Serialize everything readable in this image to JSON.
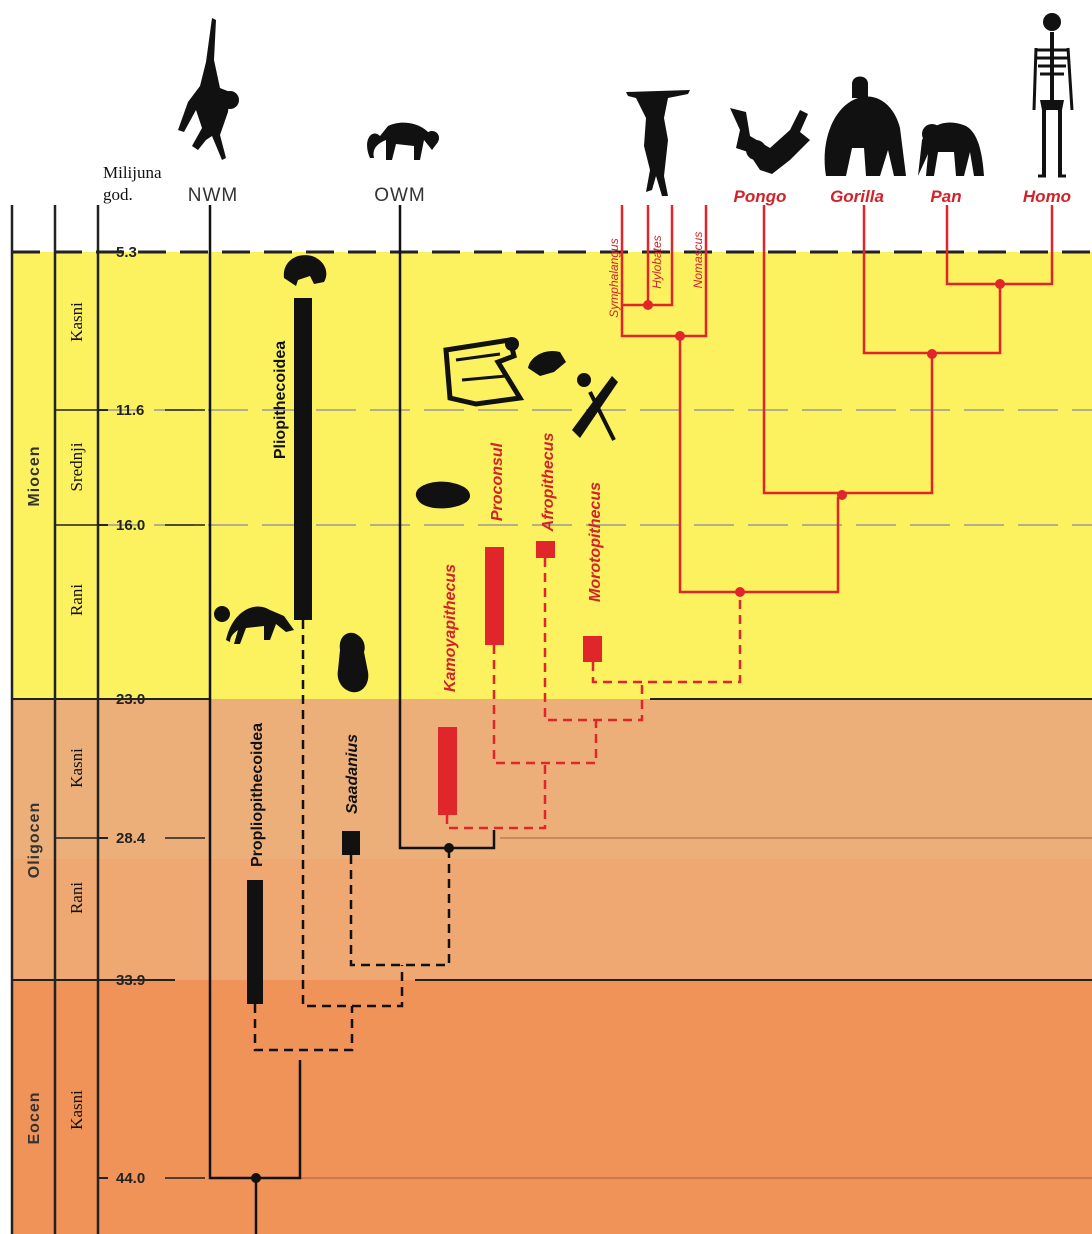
{
  "header": {
    "unit_label_line1": "Milijuna",
    "unit_label_line2": "god."
  },
  "epochs": [
    "Miocen",
    "Oligocen",
    "Eocen"
  ],
  "subepochs": [
    "Kasni",
    "Srednji",
    "Rani",
    "Kasni",
    "Rani",
    "Kasni"
  ],
  "ages": [
    "5.3",
    "11.6",
    "16.0",
    "23.0",
    "28.4",
    "33.9",
    "44.0"
  ],
  "clades": {
    "nwm": "NWM",
    "owm": "OWM"
  },
  "genera": [
    "Pongo",
    "Gorilla",
    "Pan",
    "Homo"
  ],
  "gibbons": [
    "Symphalangus",
    "Hylobates",
    "Nomascus"
  ],
  "fossil_taxa": {
    "pliopithecoidea": "Pliopithecoidea",
    "propliopithecoidea": "Propliopithecoidea",
    "saadanius": "Saadanius",
    "kamoyapithecus": "Kamoyapithecus",
    "proconsul": "Proconsul",
    "afropithecus": "Afropithecus",
    "morotopithecus": "Morotopithecus"
  },
  "colors": {
    "miocene": "#fcf15f",
    "oligocene_late": "#edaf7a",
    "oligocene_early": "#efa871",
    "eocene": "#ef9358",
    "hominoid_red": "#e1262b",
    "line_black": "#111111"
  },
  "icons": [
    "spider-monkey-icon",
    "old-world-monkey-icon",
    "gibbon-icon",
    "orangutan-icon",
    "gorilla-icon",
    "chimpanzee-icon",
    "human-skeleton-icon",
    "pliopithecus-skull-icon",
    "aegyptopithecus-icon",
    "saadanius-skull-icon",
    "kamoyapithecus-teeth-icon",
    "proconsul-skeleton-icon",
    "afropithecus-skull-icon",
    "morotopithecus-skeleton-icon"
  ]
}
